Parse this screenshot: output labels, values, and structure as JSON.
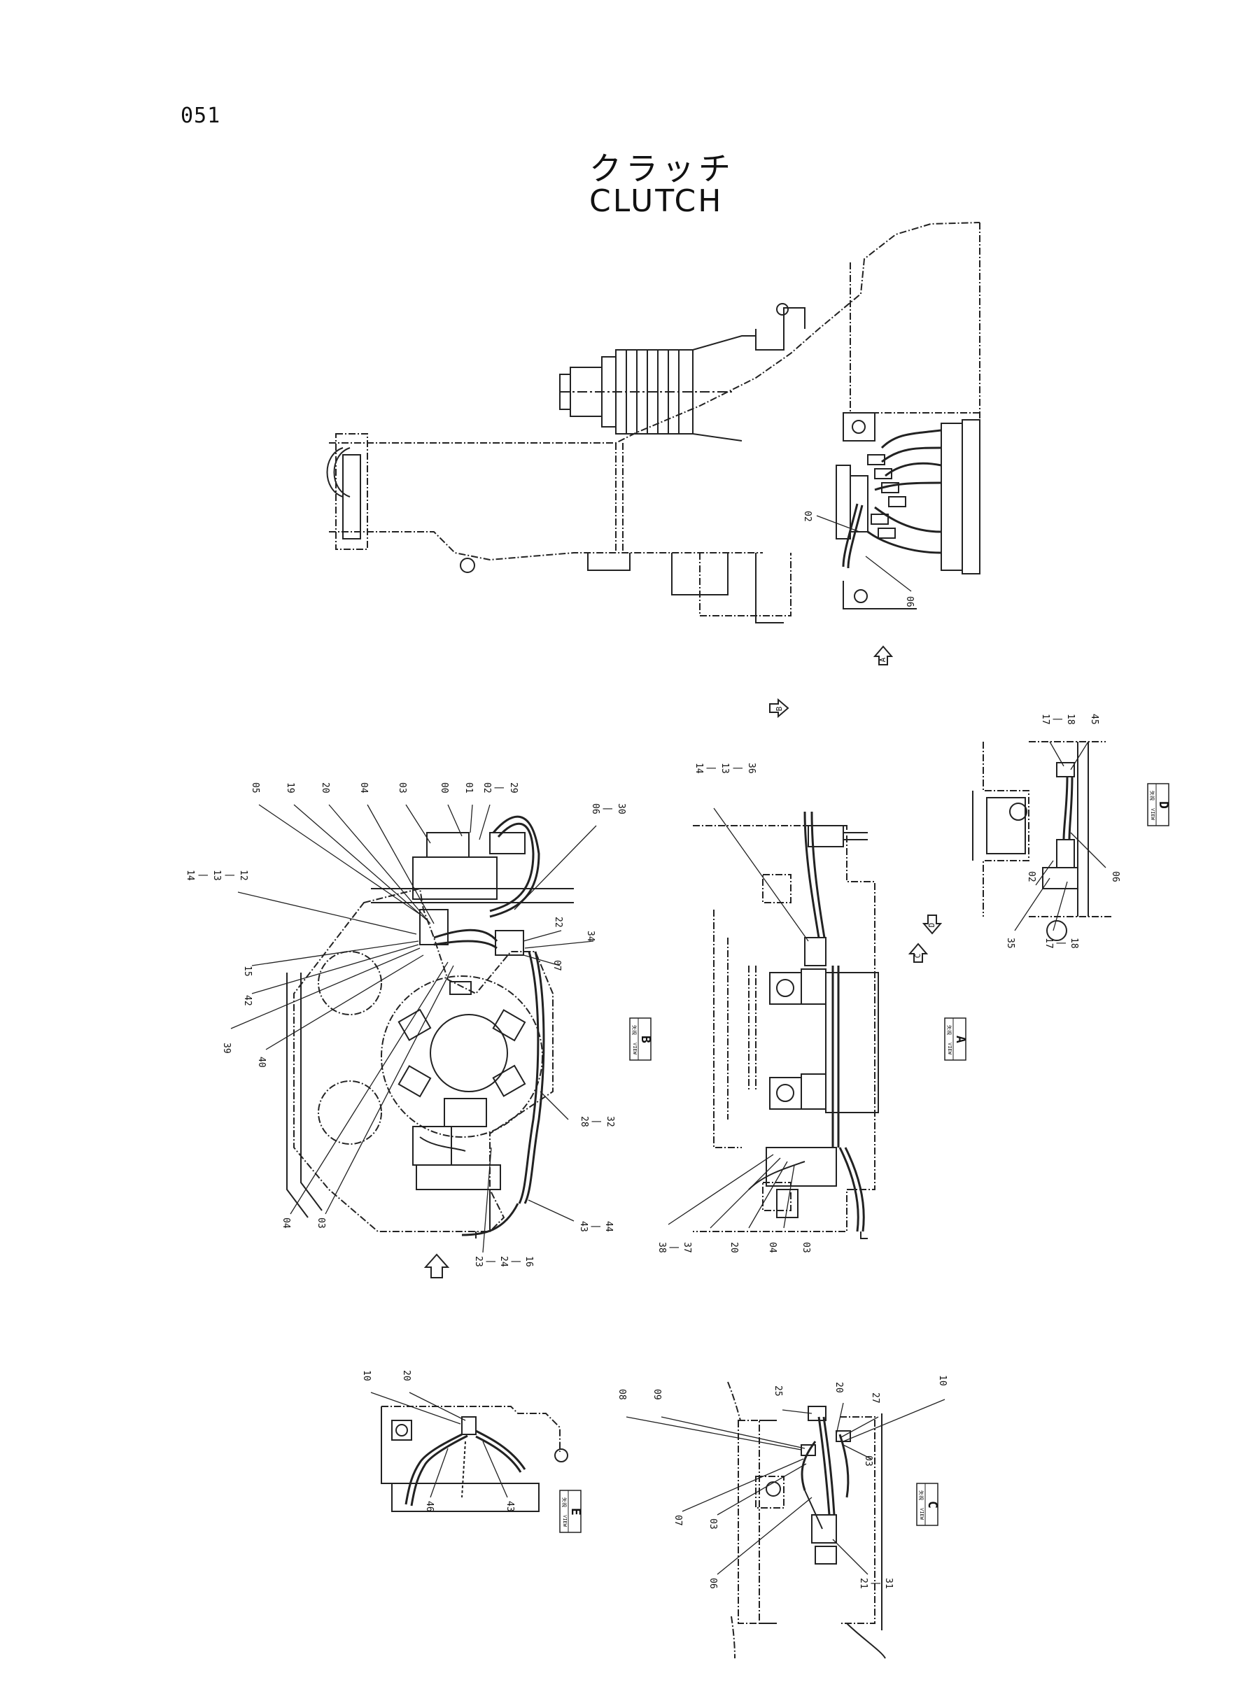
{
  "page_number": "051",
  "title_jp": "クラッチ",
  "title_en": "CLUTCH",
  "arrows": [
    "A",
    "B",
    "C",
    "D"
  ],
  "views": {
    "A": {
      "kanji": "矢視",
      "word": "VIEW",
      "letter": "A"
    },
    "B": {
      "kanji": "矢視",
      "word": "VIEW",
      "letter": "B"
    },
    "C": {
      "kanji": "矢視",
      "word": "VIEW",
      "letter": "C"
    },
    "D": {
      "kanji": "矢視",
      "word": "VIEW",
      "letter": "D"
    },
    "E": {
      "kanji": "矢視",
      "word": "VIEW",
      "letter": "E"
    }
  },
  "callouts": {
    "top": [
      "02",
      "06"
    ],
    "view_b": [
      "05",
      "19",
      "20",
      "04",
      "03",
      "00",
      "01",
      "02",
      "|",
      "29",
      "06",
      "|",
      "30",
      "14",
      "|",
      "13",
      "|",
      "12",
      "22",
      "34",
      "15",
      "42",
      "39",
      "40",
      "07",
      "28",
      "|",
      "32",
      "04",
      "03",
      "23",
      "|",
      "24",
      "|",
      "16",
      "43",
      "|",
      "44"
    ],
    "view_a": [
      "14",
      "|",
      "13",
      "|",
      "36",
      "38",
      "|",
      "37",
      "20",
      "04",
      "03"
    ],
    "view_d": [
      "17",
      "|",
      "18",
      "45",
      "02",
      "06",
      "35",
      "17",
      "|",
      "18"
    ],
    "view_e": [
      "10",
      "20",
      "46",
      "43"
    ],
    "view_c": [
      "08",
      "09",
      "25",
      "20",
      "27",
      "10",
      "07",
      "03",
      "06",
      "03",
      "21",
      "|",
      "31"
    ]
  }
}
